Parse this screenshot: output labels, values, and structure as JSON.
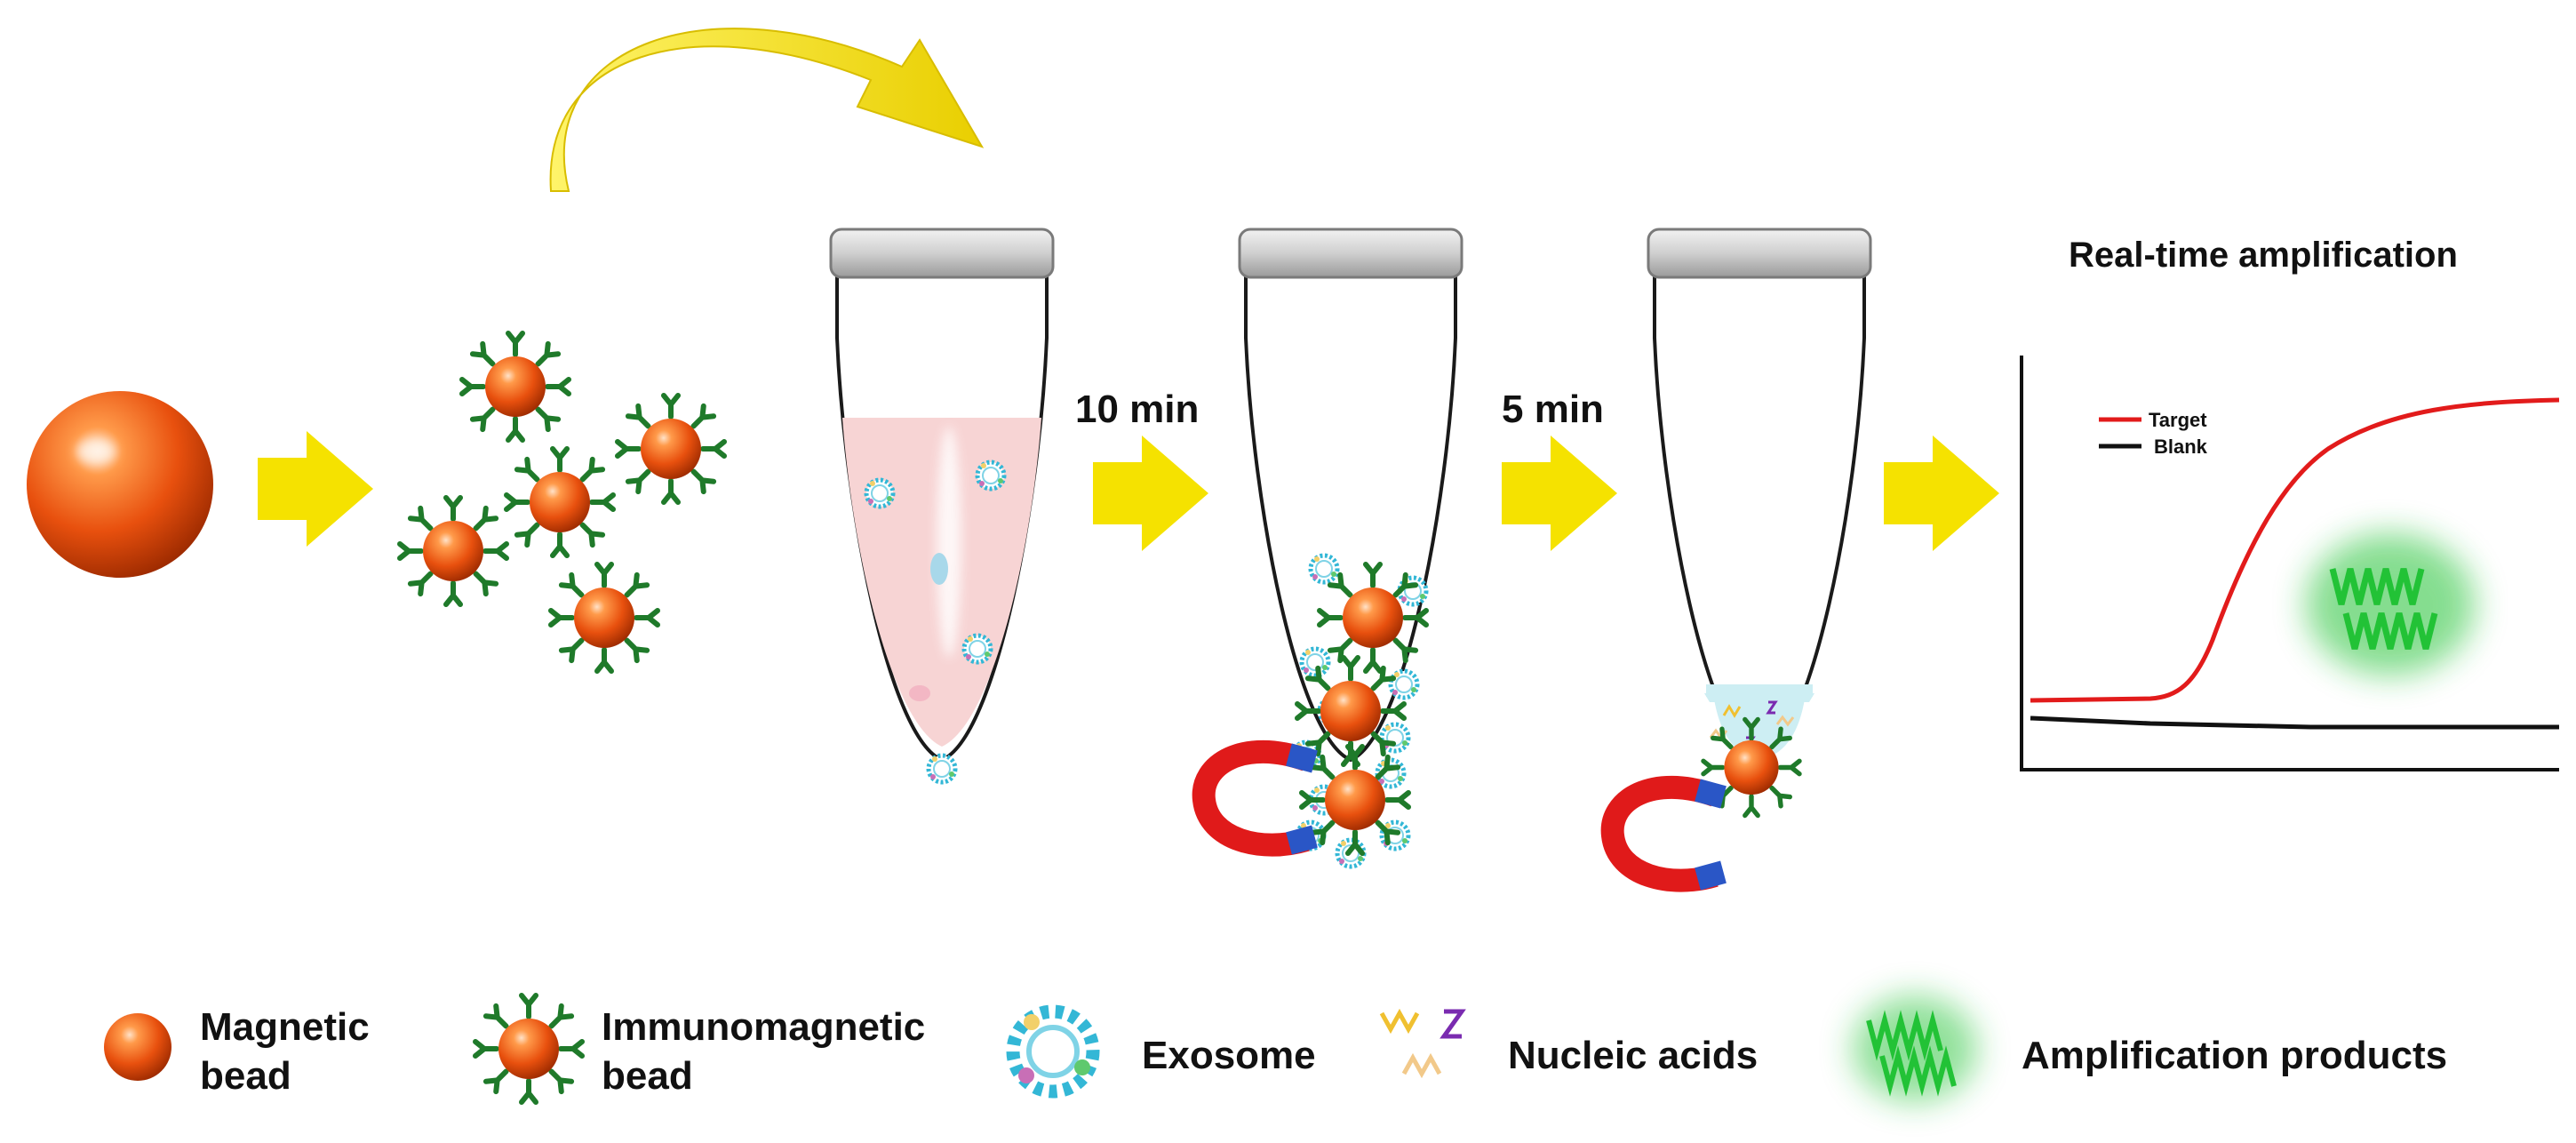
{
  "steps": {
    "step1_time": "10 min",
    "step2_time": "5 min"
  },
  "graph": {
    "title": "Real-time amplification",
    "legend": [
      "Target",
      "Blank"
    ],
    "series_colors": {
      "target": "#e21b1b",
      "blank": "#111111"
    }
  },
  "legend": {
    "magnetic_bead_line1": "Magnetic",
    "magnetic_bead_line2": "bead",
    "immuno_bead_line1": "Immunomagnetic",
    "immuno_bead_line2": "bead",
    "exosome": "Exosome",
    "nucleic_acids": "Nucleic acids",
    "amplification_products": "Amplification products"
  },
  "colors": {
    "arrow_yellow": "#f5e200",
    "bead_orange": "#e8500e",
    "antibody_green": "#1f7a2a",
    "tube_liquid_pink": "#f7d4d4",
    "tube_liquid_blue": "#cdeef3",
    "magnet_red": "#e01a1a",
    "magnet_blue": "#2a56c6",
    "product_green": "#22c236"
  }
}
